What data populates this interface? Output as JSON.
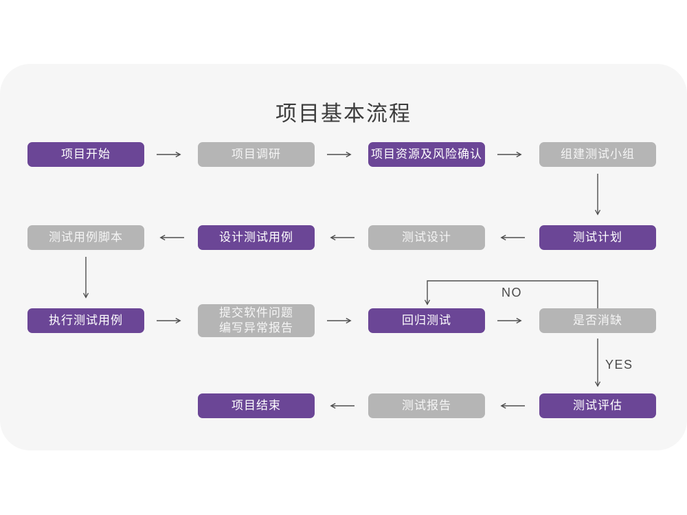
{
  "title": "项目基本流程",
  "colors": {
    "node_purple": "#6b4696",
    "node_gray": "#b5b5b5",
    "card_background": "#f6f6f6",
    "arrow": "#4d4d4d",
    "title_text": "#3d3d3d"
  },
  "edge_labels": {
    "no": "NO",
    "yes": "YES"
  },
  "nodes": [
    {
      "id": "project-start",
      "label": "项目开始",
      "style": "purple"
    },
    {
      "id": "project-research",
      "label": "项目调研",
      "style": "gray"
    },
    {
      "id": "resource-risk-confirm",
      "label": "项目资源及风险确认",
      "style": "purple"
    },
    {
      "id": "build-test-team",
      "label": "组建测试小组",
      "style": "gray"
    },
    {
      "id": "test-plan",
      "label": "测试计划",
      "style": "purple"
    },
    {
      "id": "test-design",
      "label": "测试设计",
      "style": "gray"
    },
    {
      "id": "design-test-cases",
      "label": "设计测试用例",
      "style": "purple"
    },
    {
      "id": "test-case-script",
      "label": "测试用例脚本",
      "style": "gray"
    },
    {
      "id": "execute-test-cases",
      "label": "执行测试用例",
      "style": "purple"
    },
    {
      "id": "submit-issue-report",
      "label": "提交软件问题\n编写异常报告",
      "style": "gray"
    },
    {
      "id": "regression-test",
      "label": "回归测试",
      "style": "purple"
    },
    {
      "id": "defect-cleared",
      "label": "是否消缺",
      "style": "gray"
    },
    {
      "id": "test-evaluation",
      "label": "测试评估",
      "style": "purple"
    },
    {
      "id": "test-report",
      "label": "测试报告",
      "style": "gray"
    },
    {
      "id": "project-end",
      "label": "项目结束",
      "style": "purple"
    }
  ],
  "connections": [
    {
      "from": "project-start",
      "to": "project-research",
      "label": ""
    },
    {
      "from": "project-research",
      "to": "resource-risk-confirm",
      "label": ""
    },
    {
      "from": "resource-risk-confirm",
      "to": "build-test-team",
      "label": ""
    },
    {
      "from": "build-test-team",
      "to": "test-plan",
      "label": ""
    },
    {
      "from": "test-plan",
      "to": "test-design",
      "label": ""
    },
    {
      "from": "test-design",
      "to": "design-test-cases",
      "label": ""
    },
    {
      "from": "design-test-cases",
      "to": "test-case-script",
      "label": ""
    },
    {
      "from": "test-case-script",
      "to": "execute-test-cases",
      "label": ""
    },
    {
      "from": "execute-test-cases",
      "to": "submit-issue-report",
      "label": ""
    },
    {
      "from": "submit-issue-report",
      "to": "regression-test",
      "label": ""
    },
    {
      "from": "regression-test",
      "to": "defect-cleared",
      "label": ""
    },
    {
      "from": "defect-cleared",
      "to": "regression-test",
      "label": "NO"
    },
    {
      "from": "defect-cleared",
      "to": "test-evaluation",
      "label": "YES"
    },
    {
      "from": "test-evaluation",
      "to": "test-report",
      "label": ""
    },
    {
      "from": "test-report",
      "to": "project-end",
      "label": ""
    }
  ]
}
